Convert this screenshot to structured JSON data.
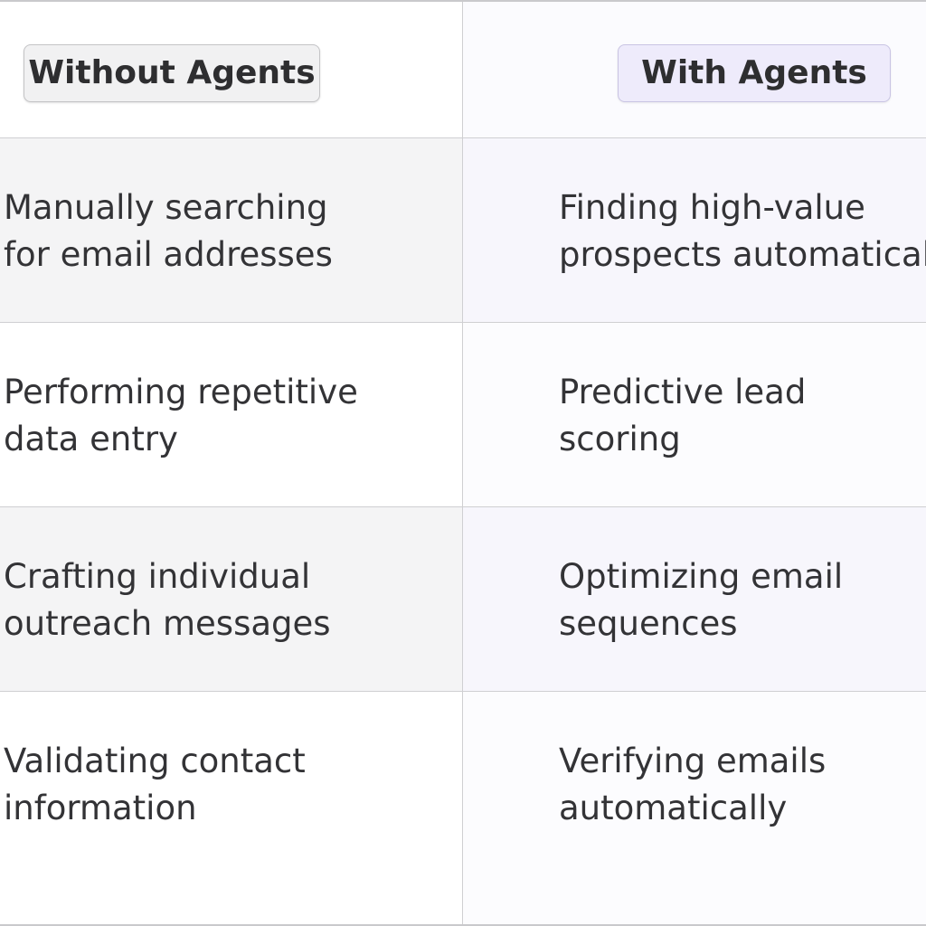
{
  "header": {
    "without_label": "Without Agents",
    "with_label": "With Agents"
  },
  "rows": [
    {
      "without": {
        "line1": "Manually searching",
        "line2": "for email addresses"
      },
      "with": {
        "line1": "Finding high-value",
        "line2": "prospects automatically"
      }
    },
    {
      "without": {
        "line1": "Performing repetitive",
        "line2": "data entry"
      },
      "with": {
        "line1": "Predictive lead",
        "line2": "scoring"
      }
    },
    {
      "without": {
        "line1": "Crafting individual",
        "line2": "outreach messages"
      },
      "with": {
        "line1": "Optimizing email",
        "line2": "sequences"
      }
    },
    {
      "without": {
        "line1": "Validating contact",
        "line2": "information"
      },
      "with": {
        "line1": "Verifying emails",
        "line2": "automatically"
      }
    }
  ],
  "colors": {
    "accent_pill": "#eeebfb",
    "neutral_pill": "#f1f1f2",
    "divider": "#cfcfd2"
  }
}
